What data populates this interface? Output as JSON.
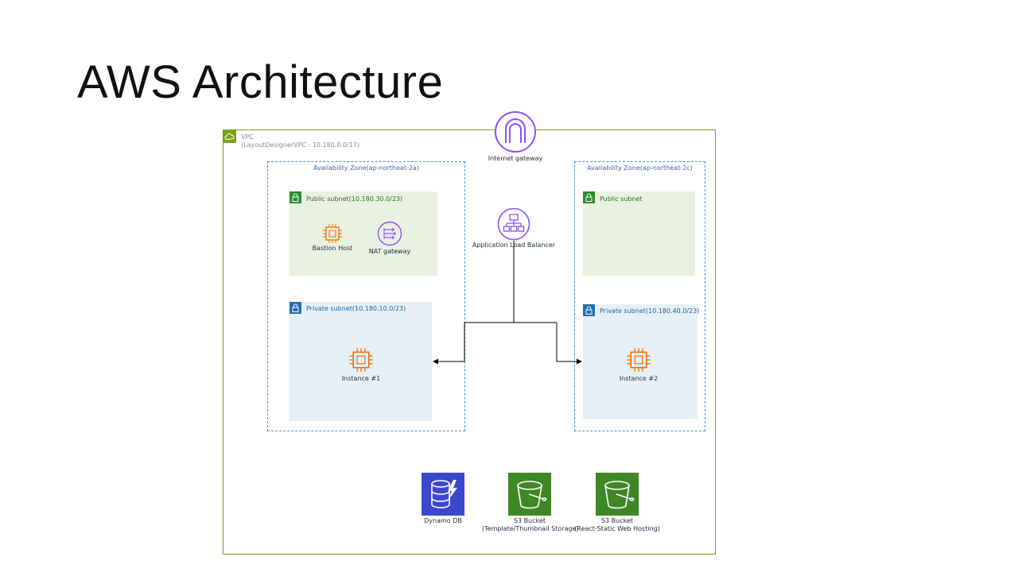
{
  "slide": {
    "title": "AWS Architecture"
  },
  "vpc": {
    "label": "VPC",
    "cidr": "(LayoutDesignerVPC : 10.180.0.0/17)"
  },
  "internet_gateway": {
    "label": "Internet gateway"
  },
  "load_balancer": {
    "label": "Application Load Balancer"
  },
  "az_a": {
    "label": "Availability Zone(ap-northeat-2a)",
    "public_subnet": "Public subnet(10.180.30.0/23)",
    "private_subnet": "Private subnet(10.180.10.0/23)",
    "bastion": "Bastion Host",
    "nat": "NAT gateway",
    "instance": "Instance #1"
  },
  "az_c": {
    "label": "Availability Zone(ap-northeat-2c)",
    "public_subnet": "Public subnet",
    "private_subnet": "Private subnet(10.180.40.0/23)",
    "instance": "Instance #2"
  },
  "services": {
    "dynamo": {
      "label": "Dynamo DB"
    },
    "s3_template": {
      "label": "S3 Bucket",
      "sublabel": "(Template/Thumbnail Storage)"
    },
    "s3_react": {
      "label": "S3 Bucket",
      "sublabel": "(React-Static Web Hosting)"
    }
  },
  "colors": {
    "vpc_border": "#7aa116",
    "az_border": "#4a8fd0",
    "public_subnet_fill": "#e9f2e1",
    "private_subnet_fill": "#e6f0f7",
    "compute_orange": "#ed7100",
    "network_purple": "#8c4fff",
    "database_blue": "#3b48cc",
    "storage_green": "#3f8624"
  }
}
